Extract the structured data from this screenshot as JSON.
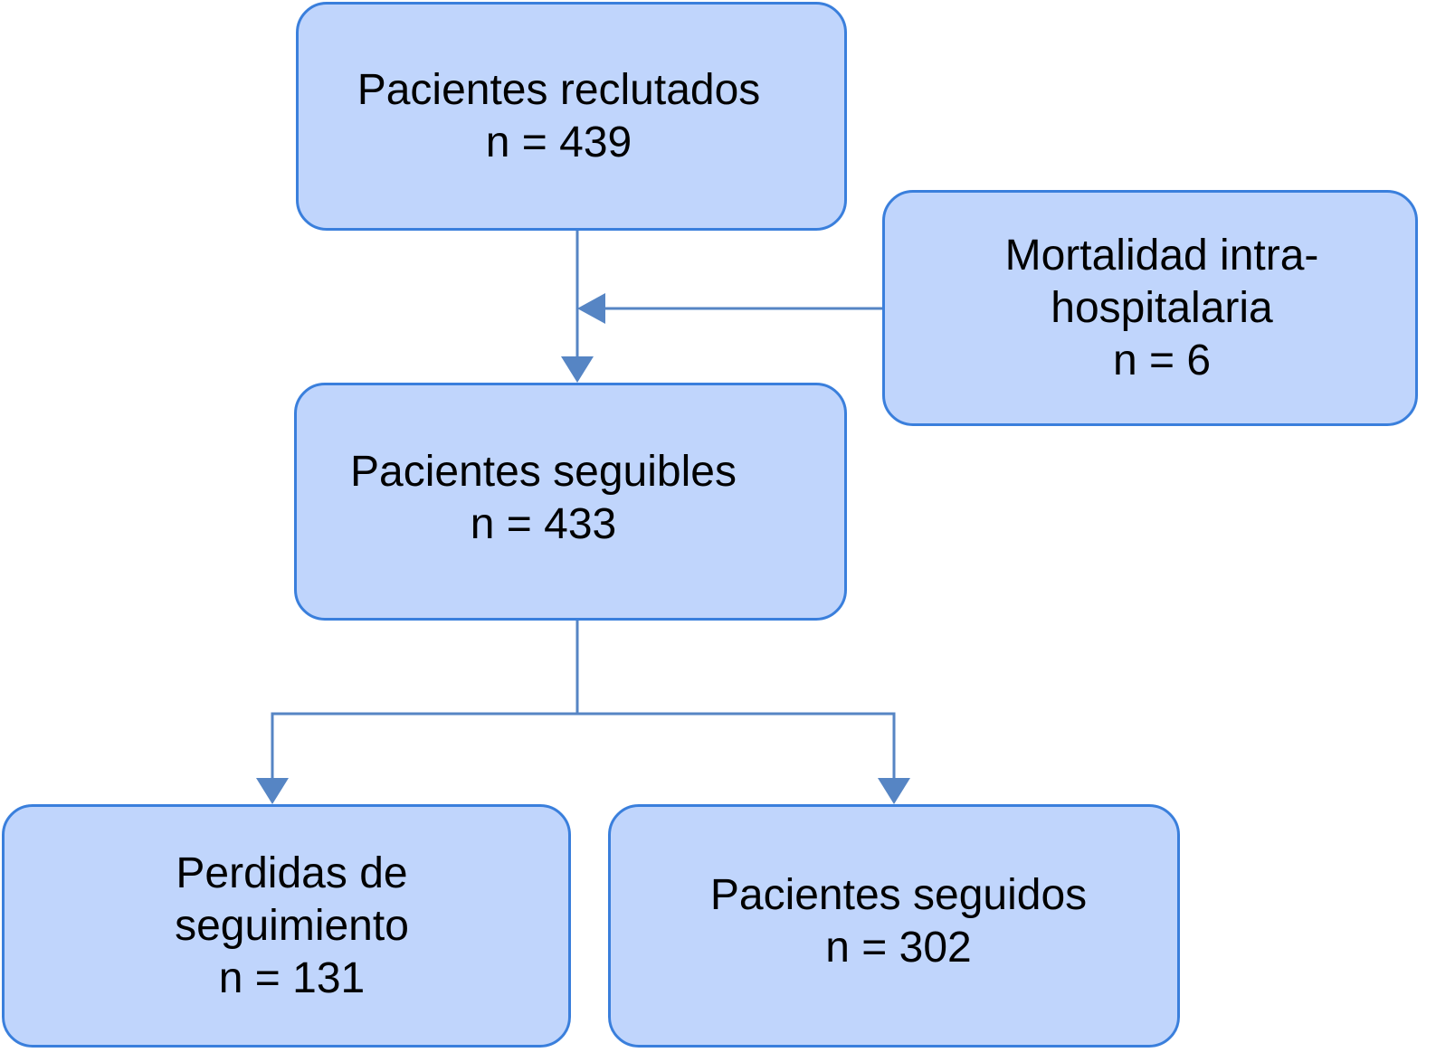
{
  "diagram": {
    "colors": {
      "box_fill": "#c0d5fc",
      "box_border": "#3a7fdc",
      "connector": "#5685c4",
      "text": "#000000"
    },
    "nodes": {
      "reclutados": {
        "lines": [
          "Pacientes reclutados",
          "n = 439"
        ]
      },
      "mortalidad": {
        "lines": [
          "Mortalidad intra-",
          "hospitalaria",
          "n = 6"
        ]
      },
      "seguibles": {
        "lines": [
          "Pacientes seguibles",
          "n = 433"
        ]
      },
      "perdidas": {
        "lines": [
          "Perdidas de",
          "seguimiento",
          "n = 131"
        ]
      },
      "seguidos": {
        "lines": [
          "Pacientes seguidos",
          "n = 302"
        ]
      }
    },
    "edges": [
      {
        "from": "reclutados",
        "to": "seguibles"
      },
      {
        "from": "mortalidad",
        "to": "reclutados-seguibles-edge"
      },
      {
        "from": "seguibles",
        "to": "perdidas"
      },
      {
        "from": "seguibles",
        "to": "seguidos"
      }
    ]
  }
}
